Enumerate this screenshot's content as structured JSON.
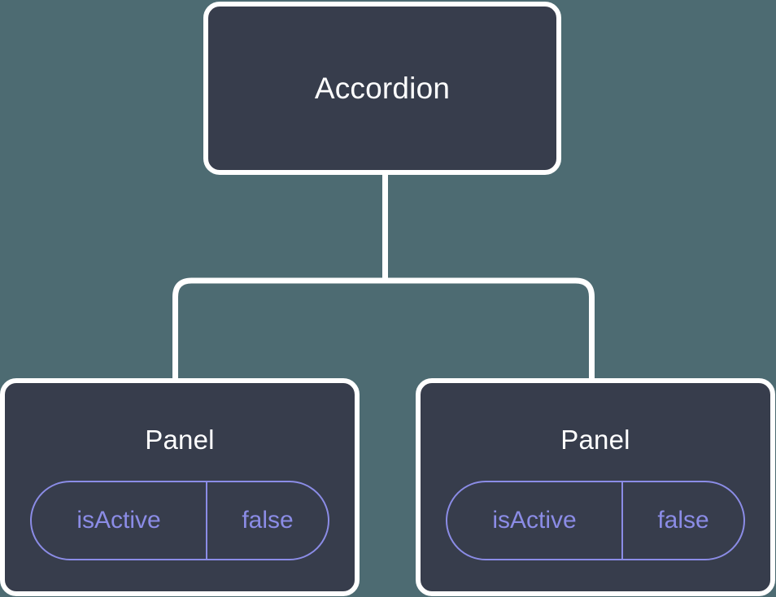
{
  "diagram": {
    "type": "component-tree",
    "background_color": "#4d6b72",
    "node_fill_color": "#373d4c",
    "node_border_color": "#ffffff",
    "accent_color": "#8b8ce6",
    "connector_color": "#ffffff"
  },
  "root": {
    "label": "Accordion"
  },
  "children": [
    {
      "label": "Panel",
      "state": {
        "key": "isActive",
        "value": "false"
      }
    },
    {
      "label": "Panel",
      "state": {
        "key": "isActive",
        "value": "false"
      }
    }
  ]
}
